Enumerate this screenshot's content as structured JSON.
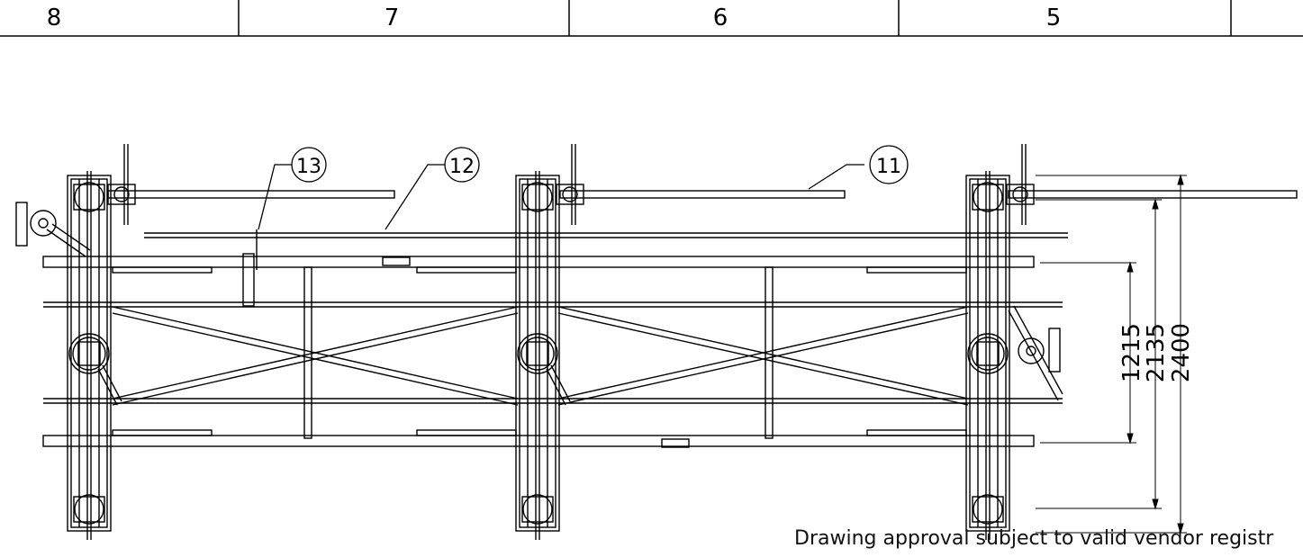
{
  "title_block": {
    "zones": [
      "8",
      "7",
      "6",
      "5"
    ]
  },
  "callouts": [
    "13",
    "12",
    "11"
  ],
  "dimensions": [
    "1215",
    "2135",
    "2400"
  ],
  "note": "Drawing approval subject to valid vendor registr"
}
